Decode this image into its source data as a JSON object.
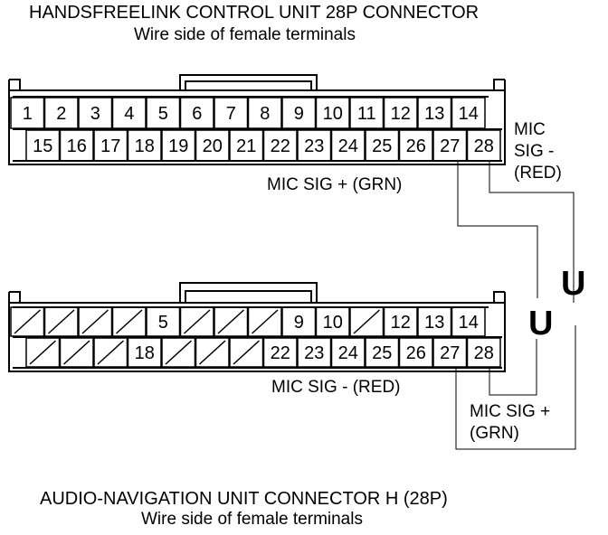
{
  "top_connector": {
    "title": "HANDSFREELINK CONTROL UNIT 28P CONNECTOR",
    "subtitle": "Wire side of female terminals",
    "row1": [
      "1",
      "2",
      "3",
      "4",
      "5",
      "6",
      "7",
      "8",
      "9",
      "10",
      "11",
      "12",
      "13",
      "14"
    ],
    "row2": [
      "15",
      "16",
      "17",
      "18",
      "19",
      "20",
      "21",
      "22",
      "23",
      "24",
      "25",
      "26",
      "27",
      "28"
    ],
    "label_plus": "MIC SIG +  (GRN)",
    "label_minus_line1": "MIC",
    "label_minus_line2": "SIG -",
    "label_minus_line3": "(RED)"
  },
  "bottom_connector": {
    "title": "AUDIO-NAVIGATION UNIT CONNECTOR H (28P)",
    "subtitle": "Wire side of female terminals",
    "row1": [
      "",
      "",
      "",
      "",
      "5",
      "",
      "",
      "",
      "9",
      "10",
      "",
      "12",
      "13",
      "14"
    ],
    "row2": [
      "",
      "",
      "",
      "18",
      "",
      "",
      "",
      "22",
      "23",
      "24",
      "25",
      "26",
      "27",
      "28"
    ],
    "label_minus": "MIC SIG -  (RED)",
    "label_plus_line1": "MIC SIG +",
    "label_plus_line2": "(GRN)"
  },
  "break_symbol": "U"
}
